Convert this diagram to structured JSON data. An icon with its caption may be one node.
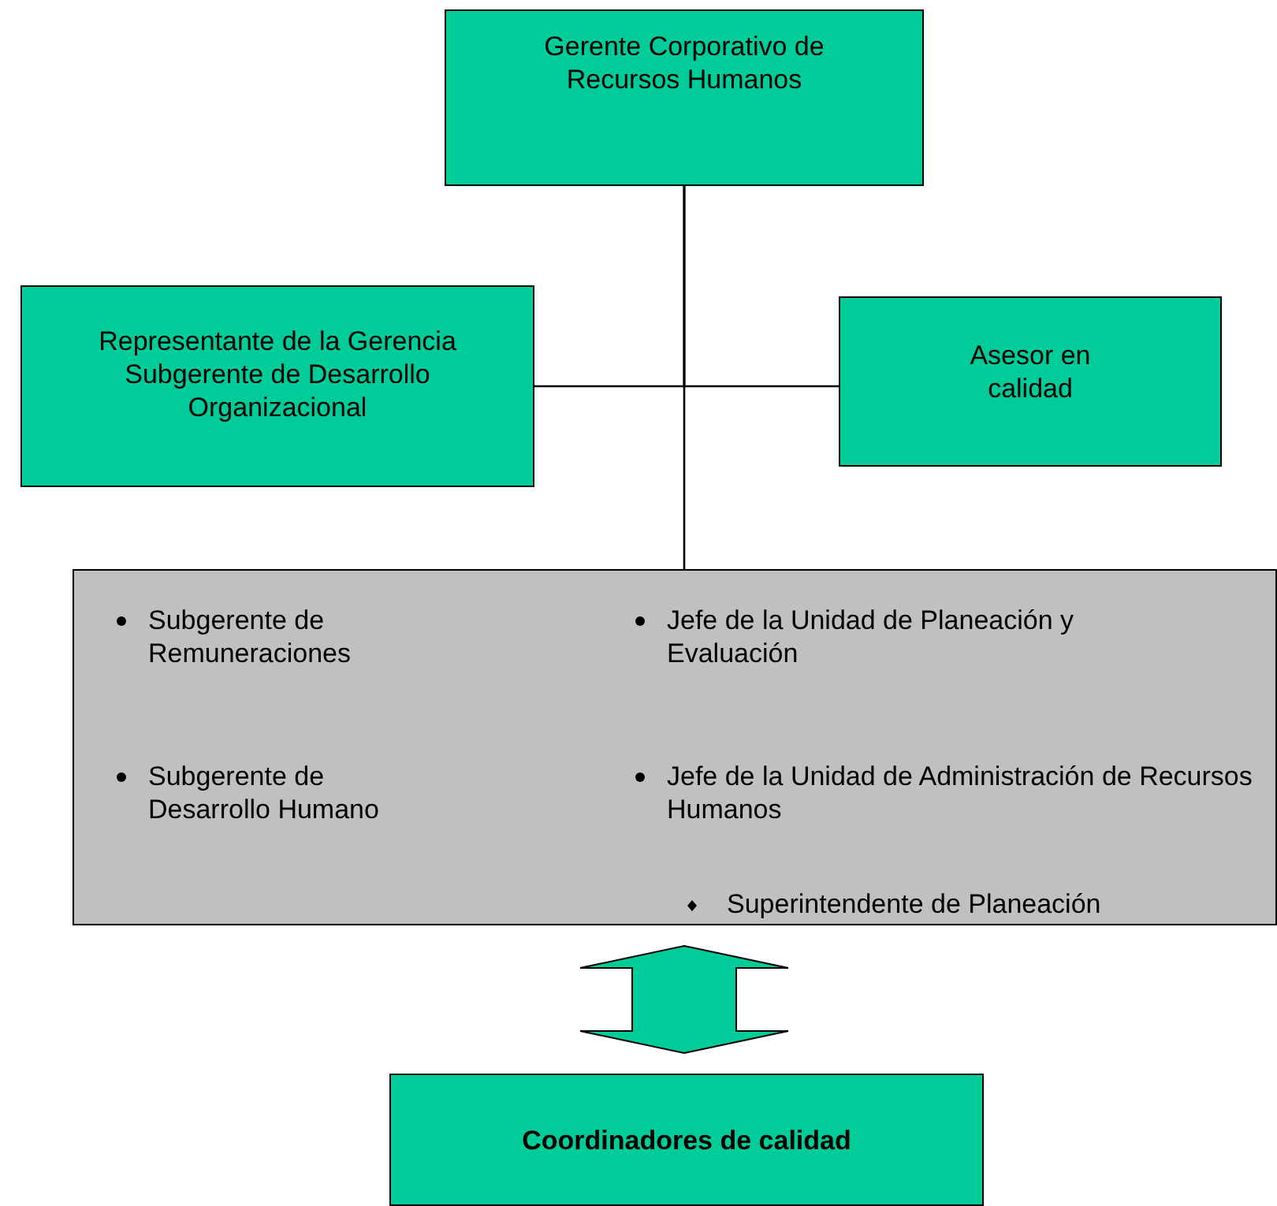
{
  "diagram": {
    "nodes": [
      {
        "text": [
          "Gerente Corporativo de Recursos Humanos"
        ]
      },
      {
        "text": [
          "Representante de la Gerencia Subgerente de Desarrollo Organizacional"
        ]
      },
      {
        "text": [
          "Asesor en calidad"
        ]
      },
      {
        "text": [
          "Subgerente de Remuneraciones",
          "Jefe de la Unidad de Planeación y Evaluación",
          "Subgerente de Desarrollo Humano",
          "Jefe de la Unidad de Administración de Recursos Humanos",
          "Superintendente de Planeación"
        ]
      },
      {
        "text": [
          "Coordinadores de calidad"
        ]
      }
    ],
    "edges": [
      {
        "from": 0,
        "to": 1,
        "arrow": "none"
      },
      {
        "from": 0,
        "to": 2,
        "arrow": "none"
      },
      {
        "from": 0,
        "to": 3,
        "arrow": "none"
      },
      {
        "from": 3,
        "to": 4,
        "arrow": "both",
        "style": "thick"
      }
    ]
  }
}
